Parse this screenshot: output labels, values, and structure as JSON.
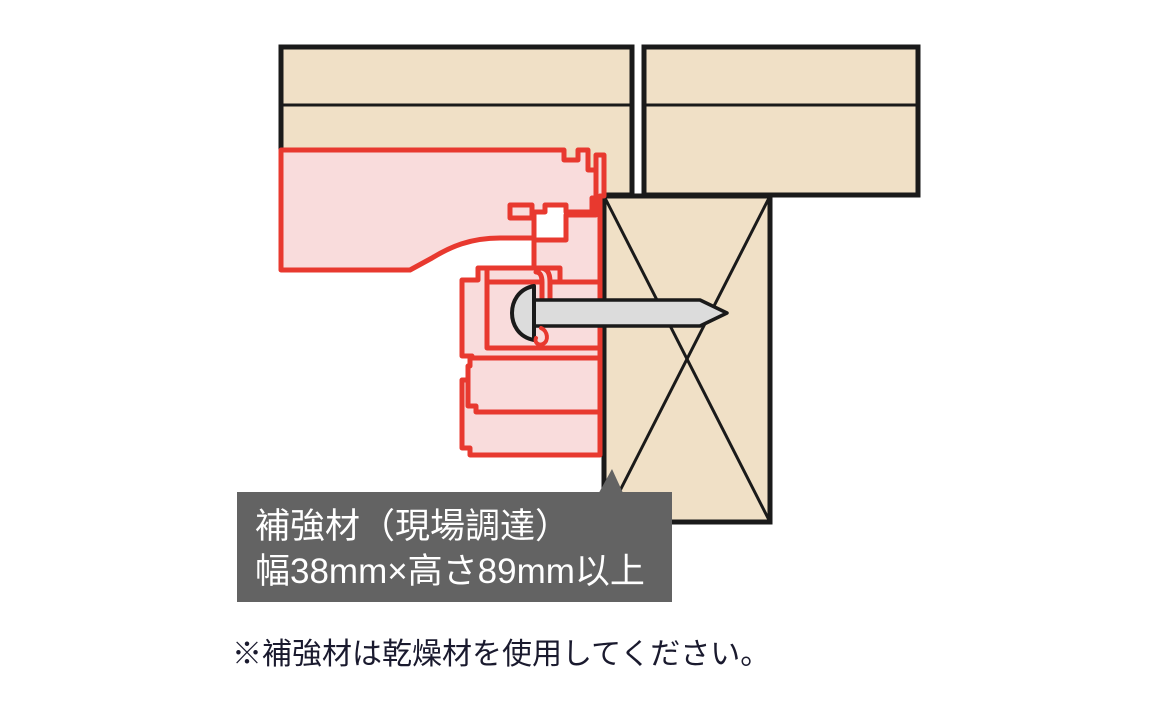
{
  "figure": {
    "type": "architectural-cross-section-detail",
    "title_text": "",
    "colors": {
      "wood_fill": "#F0E0C6",
      "wood_outline": "#1a1a1a",
      "sash_fill": "#F9DCDC",
      "sash_outline": "#E8392F",
      "callout_box": "#636363",
      "callout_text": "#FFFFFF",
      "note_text": "#1A1A2E",
      "fastener_fill": "#DCDCDC",
      "fastener_outline": "#1a1a1a",
      "background": "#FFFFFF"
    }
  },
  "callout": {
    "line1": "補強材（現場調達）",
    "line2": "幅38mm×高さ89mm以上",
    "target": "reinforcement-member"
  },
  "note": {
    "text": "※補強材は乾燥材を使用してください。"
  },
  "parts": {
    "header_beam_label": "header-beam",
    "side_beam_label": "side-beam",
    "reinforcement_label": "reinforcement-member",
    "window_frame_label": "window-frame-profile",
    "fastener_label": "fastener-nail"
  },
  "dimensions": {
    "width_mm": 38,
    "height_mm": 89,
    "width_unit": "mm",
    "height_unit": "mm",
    "height_qualifier": "以上"
  }
}
